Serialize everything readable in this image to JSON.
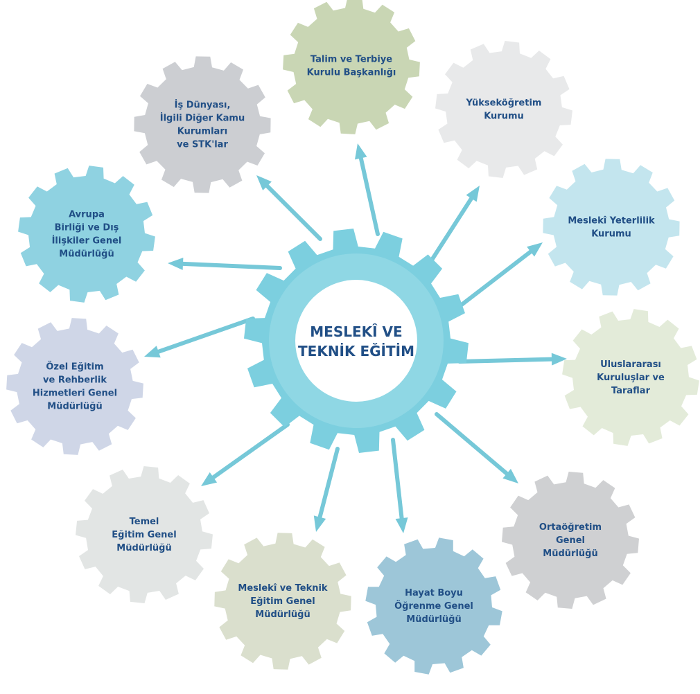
{
  "center": {
    "lines": [
      "MESLEKÎ VE",
      "TEKNİK EĞİTİM"
    ],
    "color": "#7ccfdf"
  },
  "arrow_color": "#76c8d8",
  "nodes": [
    {
      "id": "talim-terbiye",
      "lines": [
        "Talim ve Terbiye",
        "Kurulu Başkanlığı"
      ],
      "color": "#c9d6b4"
    },
    {
      "id": "yuksekogretim",
      "lines": [
        "Yükseköğretim",
        "Kurumu"
      ],
      "color": "#e8e9ea"
    },
    {
      "id": "mesleki-yeterlilik",
      "lines": [
        "Meslekî Yeterlilik",
        "Kurumu"
      ],
      "color": "#c3e5ee"
    },
    {
      "id": "uluslararasi",
      "lines": [
        "Uluslararası",
        "Kuruluşlar ve",
        "Taraflar"
      ],
      "color": "#e3ebd9"
    },
    {
      "id": "ortaogretim",
      "lines": [
        "Ortaöğretim",
        "Genel",
        "Müdürlüğü"
      ],
      "color": "#cfd0d2"
    },
    {
      "id": "hayat-boyu",
      "lines": [
        "Hayat Boyu",
        "Öğrenme Genel",
        "Müdürlüğü"
      ],
      "color": "#9dc6d8"
    },
    {
      "id": "mesleki-teknik",
      "lines": [
        "Meslekî ve Teknik",
        "Eğitim Genel",
        "Müdürlüğü"
      ],
      "color": "#dadfcd"
    },
    {
      "id": "temel-egitim",
      "lines": [
        "Temel",
        "Eğitim Genel",
        "Müdürlüğü"
      ],
      "color": "#e2e5e4"
    },
    {
      "id": "ozel-egitim",
      "lines": [
        "Özel Eğitim",
        "ve Rehberlik",
        "Hizmetleri Genel",
        "Müdürlüğü"
      ],
      "color": "#cfd6e7"
    },
    {
      "id": "avrupa-birligi",
      "lines": [
        "Avrupa",
        "Birliği ve Dış",
        "İlişkiler Genel",
        "Müdürlüğü"
      ],
      "color": "#8fd2e1"
    },
    {
      "id": "is-dunyasi",
      "lines": [
        "İş Dünyası,",
        "İlgili Diğer Kamu",
        "Kurumları",
        "ve STK'lar"
      ],
      "color": "#ccced2"
    }
  ]
}
